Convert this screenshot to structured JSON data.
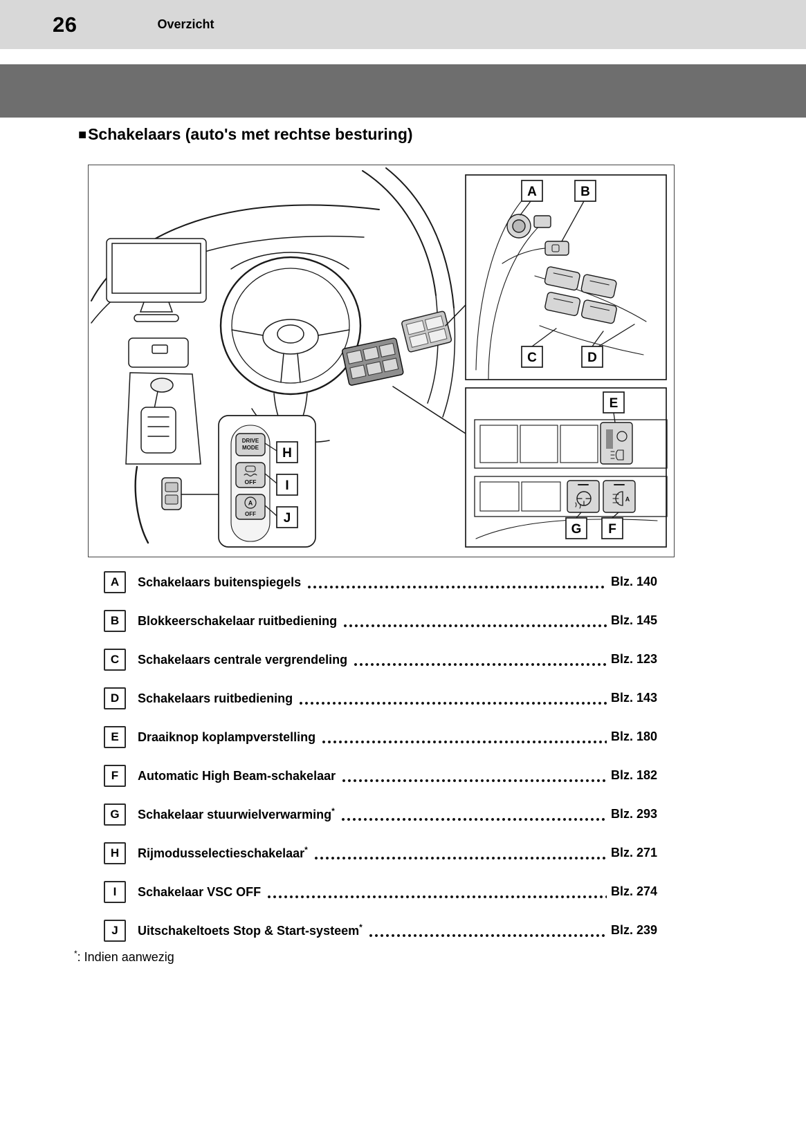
{
  "header": {
    "page_number": "26",
    "section_title": "Overzicht"
  },
  "heading": {
    "bullet": "■",
    "text": "Schakelaars (auto's met rechtse besturing)"
  },
  "diagram": {
    "callouts": [
      "A",
      "B",
      "C",
      "D",
      "E",
      "F",
      "G",
      "H",
      "I",
      "J"
    ],
    "drive_mode_line1": "DRIVE",
    "drive_mode_line2": "MODE",
    "vsc_off_label": "OFF",
    "stop_start_letter": "A",
    "stop_start_off_label": "OFF",
    "ahb_letter": "A"
  },
  "legend": {
    "rows": [
      {
        "key": "A",
        "label": "Schakelaars buitenspiegels",
        "star": "",
        "page": "Blz. 140"
      },
      {
        "key": "B",
        "label": "Blokkeerschakelaar ruitbediening",
        "star": "",
        "page": "Blz. 145"
      },
      {
        "key": "C",
        "label": "Schakelaars centrale vergrendeling",
        "star": "",
        "page": "Blz. 123"
      },
      {
        "key": "D",
        "label": "Schakelaars ruitbediening",
        "star": "",
        "page": "Blz. 143"
      },
      {
        "key": "E",
        "label": "Draaiknop koplampverstelling",
        "star": "",
        "page": "Blz. 180"
      },
      {
        "key": "F",
        "label": "Automatic High Beam-schakelaar",
        "star": "",
        "page": "Blz. 182"
      },
      {
        "key": "G",
        "label": "Schakelaar stuurwielverwarming",
        "star": "*",
        "page": "Blz. 293"
      },
      {
        "key": "H",
        "label": "Rijmodusselectieschakelaar",
        "star": "*",
        "page": "Blz. 271"
      },
      {
        "key": "I",
        "label": "Schakelaar VSC OFF",
        "star": "",
        "page": "Blz. 274"
      },
      {
        "key": "J",
        "label": "Uitschakeltoets Stop & Start-systeem",
        "star": "*",
        "page": "Blz. 239"
      }
    ]
  },
  "footnote": {
    "star": "*",
    "text": ": Indien aanwezig"
  }
}
